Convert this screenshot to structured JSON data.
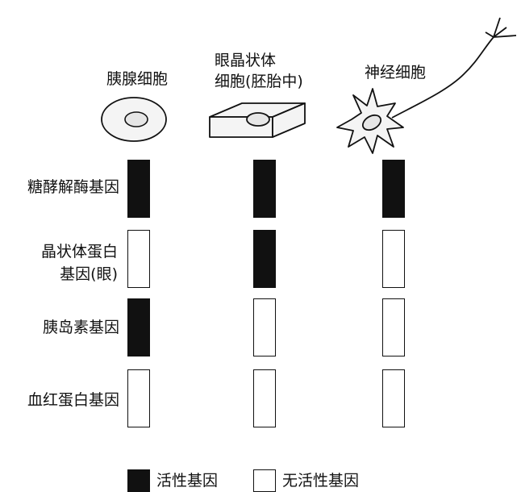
{
  "cells": [
    {
      "id": "pancreas",
      "label": "胰腺细胞"
    },
    {
      "id": "lens",
      "label": "眼晶状体\n细胞(胚胎中)"
    },
    {
      "id": "neuron",
      "label": "神经细胞"
    }
  ],
  "genes": [
    {
      "label": "糖酵解酶基因",
      "activity": [
        true,
        true,
        true
      ]
    },
    {
      "label": "晶状体蛋白\n基因(眼)",
      "activity": [
        false,
        true,
        false
      ]
    },
    {
      "label": "胰岛素基因",
      "activity": [
        true,
        false,
        false
      ]
    },
    {
      "label": "血红蛋白基因",
      "activity": [
        false,
        false,
        false
      ]
    }
  ],
  "legend": {
    "active_label": "活性基因",
    "inactive_label": "无活性基因"
  },
  "colors": {
    "active": "#111111",
    "inactive": "#ffffff"
  }
}
